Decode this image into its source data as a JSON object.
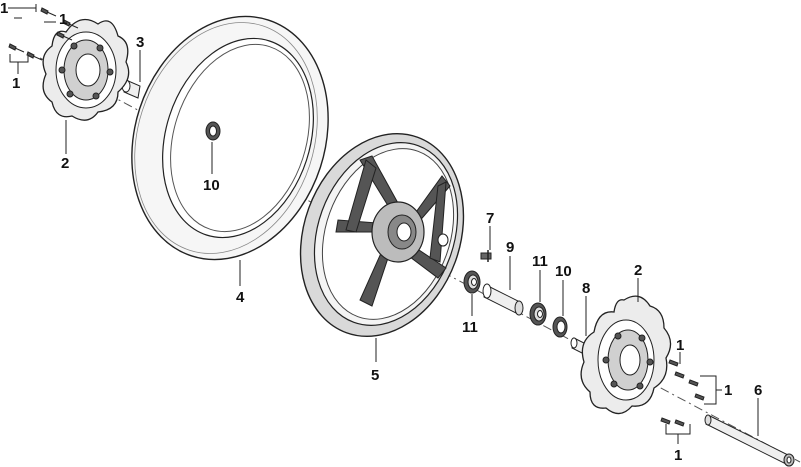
{
  "diagram": {
    "callouts": [
      {
        "id": "c1a",
        "text": "1"
      },
      {
        "id": "c1b",
        "text": "1"
      },
      {
        "id": "c1c",
        "text": "1"
      },
      {
        "id": "c2a",
        "text": "2"
      },
      {
        "id": "c3",
        "text": "3"
      },
      {
        "id": "c10a",
        "text": "10"
      },
      {
        "id": "c4",
        "text": "4"
      },
      {
        "id": "c7",
        "text": "7"
      },
      {
        "id": "c9",
        "text": "9"
      },
      {
        "id": "c11a",
        "text": "11"
      },
      {
        "id": "c10b",
        "text": "10"
      },
      {
        "id": "c8",
        "text": "8"
      },
      {
        "id": "c11b",
        "text": "11"
      },
      {
        "id": "c5",
        "text": "5"
      },
      {
        "id": "c2b",
        "text": "2"
      },
      {
        "id": "c1d",
        "text": "1"
      },
      {
        "id": "c1e",
        "text": "1"
      },
      {
        "id": "c6",
        "text": "6"
      },
      {
        "id": "c1f",
        "text": "1"
      }
    ],
    "colors": {
      "line": "#222222",
      "tire_fill": "#f6f6f6",
      "rim_fill": "#d9d9d9",
      "disc_fill": "#ececec",
      "dark_part": "#555555"
    }
  }
}
